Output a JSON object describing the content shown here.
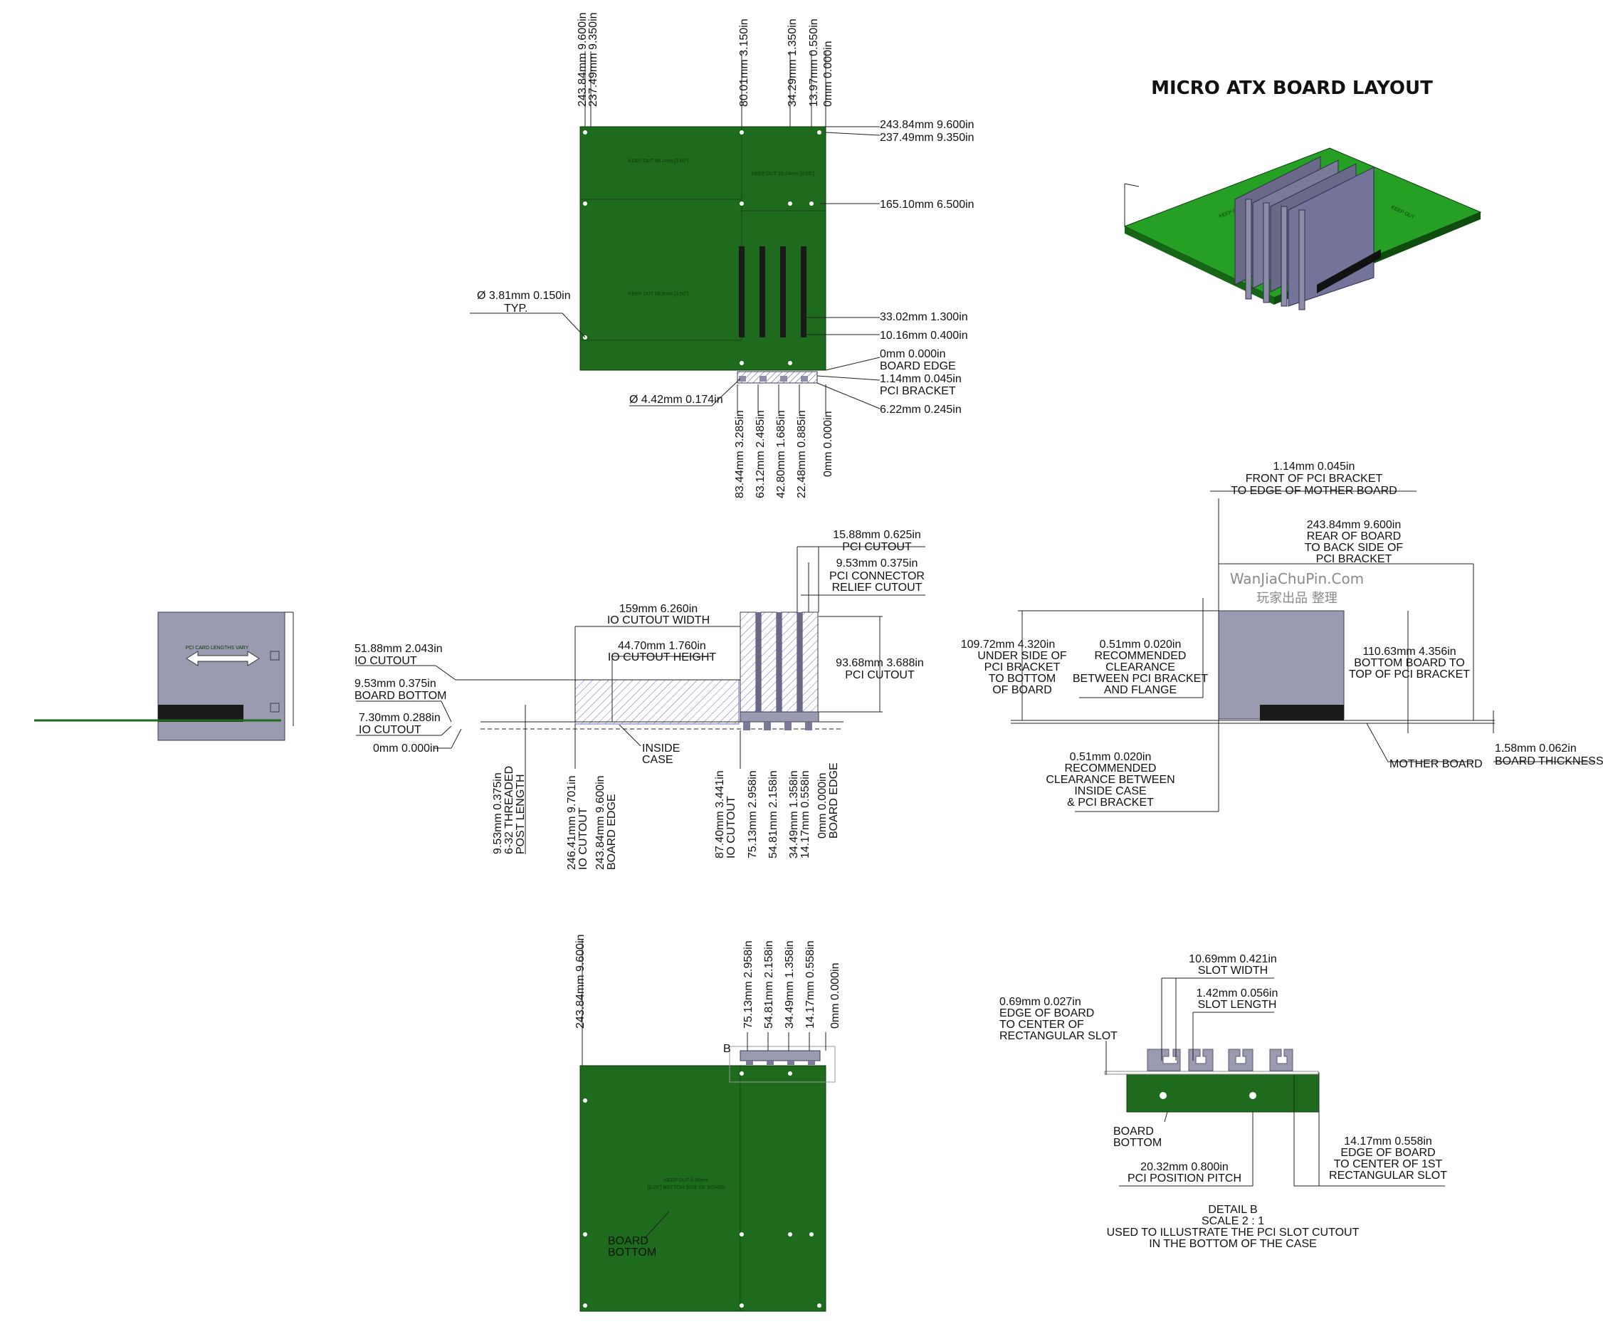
{
  "title": "MICRO ATX BOARD LAYOUT",
  "watermark": {
    "line1": "WanJiaChuPin.Com",
    "line2": "玩家出品 整理"
  },
  "colors": {
    "board": "#1e6b1e",
    "bracket": "#8d8daa",
    "case": "#9a9ab0",
    "connector": "#1a1a1a"
  },
  "top_view": {
    "top_dims": [
      {
        "mm": "243.84mm",
        "inch": "9.600in"
      },
      {
        "mm": "237.49mm",
        "inch": "9.350in"
      },
      {
        "mm": "80.01mm",
        "inch": "3.150in"
      },
      {
        "mm": "34.29mm",
        "inch": "1.350in"
      },
      {
        "mm": "13.97mm",
        "inch": "0.550in"
      },
      {
        "mm": "0mm",
        "inch": "0.000in"
      }
    ],
    "right_dims": [
      {
        "mm": "243.84mm",
        "inch": "9.600in",
        "label": ""
      },
      {
        "mm": "237.49mm",
        "inch": "9.350in",
        "label": ""
      },
      {
        "mm": "165.10mm",
        "inch": "6.500in",
        "label": ""
      },
      {
        "mm": "33.02mm",
        "inch": "1.300in",
        "label": ""
      },
      {
        "mm": "10.16mm",
        "inch": "0.400in",
        "label": ""
      },
      {
        "mm": "0mm",
        "inch": "0.000in",
        "label": "BOARD EDGE"
      },
      {
        "mm": "1.14mm",
        "inch": "0.045in",
        "label": "PCI BRACKET"
      },
      {
        "mm": "6.22mm",
        "inch": "0.245in",
        "label": ""
      }
    ],
    "hole_dim": {
      "mm": "3.81mm",
      "inch": "0.150in",
      "label": "TYP."
    },
    "bracket_hole_dim": {
      "mm": "4.42mm",
      "inch": "0.174in"
    },
    "bottom_dims": [
      {
        "mm": "83.44mm",
        "inch": "3.285in"
      },
      {
        "mm": "63.12mm",
        "inch": "2.485in"
      },
      {
        "mm": "42.80mm",
        "inch": "1.685in"
      },
      {
        "mm": "22.48mm",
        "inch": "0.885in"
      },
      {
        "mm": "0mm",
        "inch": "0.000in"
      }
    ],
    "keepout_labels": [
      "KEEP OUT 96.1mm [3.80\"]",
      "KEEP OUT 15.24mm [0.60\"]",
      "KEEP OUT 88.9mm [3.50\"]"
    ]
  },
  "card_side": {
    "label": "PCI CARD LENGTHS VARY"
  },
  "io_view": {
    "left_dims": [
      {
        "mm": "51.88mm",
        "inch": "2.043in",
        "label": "IO CUTOUT"
      },
      {
        "mm": "9.53mm",
        "inch": "0.375in",
        "label": "BOARD BOTTOM"
      },
      {
        "mm": "7.30mm",
        "inch": "0.288in",
        "label": "IO CUTOUT"
      },
      {
        "mm": "0mm",
        "inch": "0.000in",
        "label": ""
      }
    ],
    "width_dim": {
      "mm": "159mm",
      "inch": "6.260in",
      "label": "IO CUTOUT WIDTH"
    },
    "height_dim": {
      "mm": "44.70mm",
      "inch": "1.760in",
      "label": "IO CUTOUT HEIGHT"
    },
    "pci_cutout": {
      "mm": "15.88mm",
      "inch": "0.625in",
      "label": "PCI CUTOUT"
    },
    "relief": {
      "mm": "9.53mm",
      "inch": "0.375in",
      "label1": "PCI CONNECTOR",
      "label2": "RELIEF CUTOUT"
    },
    "pci_height": {
      "mm": "93.68mm",
      "inch": "3.688in",
      "label": "PCI CUTOUT"
    },
    "inside_case": [
      "INSIDE",
      "CASE"
    ],
    "bottom_dims": [
      {
        "mm": "9.53mm",
        "inch": "0.375in",
        "label1": "6-32 THREADED",
        "label2": "POST LENGTH"
      },
      {
        "mm": "246.41mm",
        "inch": "9.701in",
        "label1": "IO CUTOUT",
        "label2": ""
      },
      {
        "mm": "243.84mm",
        "inch": "9.600in",
        "label1": "BOARD EDGE",
        "label2": ""
      },
      {
        "mm": "87.40mm",
        "inch": "3.441in",
        "label1": "IO CUTOUT",
        "label2": ""
      },
      {
        "mm": "75.13mm",
        "inch": "2.958in",
        "label1": "",
        "label2": ""
      },
      {
        "mm": "54.81mm",
        "inch": "2.158in",
        "label1": "",
        "label2": ""
      },
      {
        "mm": "34.49mm",
        "inch": "1.358in",
        "label1": "",
        "label2": ""
      },
      {
        "mm": "14.17mm",
        "inch": "0.558in",
        "label1": "",
        "label2": ""
      },
      {
        "mm": "0mm",
        "inch": "0.000in",
        "label1": "BOARD EDGE",
        "label2": ""
      }
    ]
  },
  "side_view": {
    "front": {
      "mm": "1.14mm",
      "inch": "0.045in",
      "label1": "FRONT OF PCI BRACKET",
      "label2": "TO EDGE OF MOTHER BOARD"
    },
    "rear": {
      "mm": "243.84mm",
      "inch": "9.600in",
      "label1": "REAR OF BOARD",
      "label2": "TO BACK SIDE OF",
      "label3": "PCI BRACKET"
    },
    "under": {
      "mm": "109.72mm",
      "inch": "4.320in",
      "label1": "UNDER SIDE OF",
      "label2": "PCI BRACKET",
      "label3": "TO BOTTOM",
      "label4": "OF BOARD"
    },
    "recommended": {
      "mm": "0.51mm",
      "inch": "0.020in",
      "label1": "RECOMMENDED",
      "label2": "CLEARANCE",
      "label3": "BETWEEN PCI BRACKET",
      "label4": "AND FLANGE"
    },
    "top_of_bracket": {
      "mm": "110.63mm",
      "inch": "4.356in",
      "label1": "BOTTOM BOARD TO",
      "label2": "TOP OF PCI BRACKET"
    },
    "clearance_case": {
      "mm": "0.51mm",
      "inch": "0.020in",
      "label1": "RECOMMENDED",
      "label2": "CLEARANCE BETWEEN",
      "label3": "INSIDE CASE",
      "label4": "& PCI BRACKET"
    },
    "mother_board": "MOTHER BOARD",
    "thickness": {
      "mm": "1.58mm",
      "inch": "0.062in",
      "label": "BOARD THICKNESS"
    }
  },
  "bottom_view": {
    "left_dim": {
      "mm": "243.84mm",
      "inch": "9.600in"
    },
    "top_dims": [
      {
        "mm": "75.13mm",
        "inch": "2.958in"
      },
      {
        "mm": "54.81mm",
        "inch": "2.158in"
      },
      {
        "mm": "34.49mm",
        "inch": "1.358in"
      },
      {
        "mm": "14.17mm",
        "inch": "0.558in"
      },
      {
        "mm": "0mm",
        "inch": "0.000in"
      }
    ],
    "detail_marker": "B",
    "board_bottom": [
      "BOARD",
      "BOTTOM"
    ],
    "keepout": [
      "KEEP OUT 6.35mm",
      "[0.25\"] BOTTOM SIDE OF BOARD"
    ]
  },
  "detail_b": {
    "slot_width": {
      "mm": "10.69mm",
      "inch": "0.421in",
      "label": "SLOT WIDTH"
    },
    "slot_length": {
      "mm": "1.42mm",
      "inch": "0.056in",
      "label": "SLOT LENGTH"
    },
    "edge_rect": {
      "mm": "0.69mm",
      "inch": "0.027in",
      "label1": "EDGE OF BOARD",
      "label2": "TO CENTER OF",
      "label3": "RECTANGULAR SLOT"
    },
    "board_bottom": [
      "BOARD",
      "BOTTOM"
    ],
    "pitch": {
      "mm": "20.32mm",
      "inch": "0.800in",
      "label": "PCI POSITION PITCH"
    },
    "edge_first": {
      "mm": "14.17mm",
      "inch": "0.558in",
      "label1": "EDGE OF BOARD",
      "label2": "TO CENTER OF 1ST",
      "label3": "RECTANGULAR SLOT"
    },
    "caption": [
      "DETAIL B",
      "SCALE 2 : 1",
      "USED TO ILLUSTRATE THE PCI SLOT CUTOUT",
      "IN THE BOTTOM OF THE CASE"
    ]
  }
}
